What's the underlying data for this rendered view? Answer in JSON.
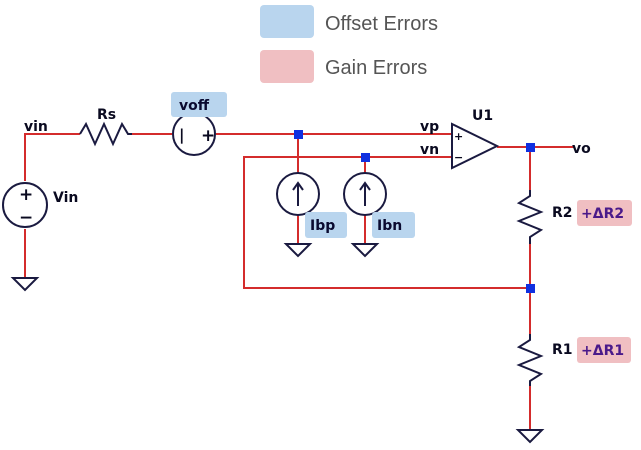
{
  "legend": {
    "offset": {
      "label": "Offset Errors",
      "color": "#b9d5ee"
    },
    "gain": {
      "label": "Gain Errors",
      "color": "#f0bfc2"
    }
  },
  "colors": {
    "wire": "#d42c2c",
    "symbol": "#1a1a40",
    "node": "#1030e0",
    "offset_tag": "#b9d5ee",
    "gain_tag": "#f0bfc2",
    "gain_text": "#4a1a8a"
  },
  "nets": {
    "vin": "vin",
    "vp": "vp",
    "vn": "vn",
    "vo": "vo"
  },
  "components": {
    "source": "Vin",
    "rs": "Rs",
    "opamp": "U1",
    "r2": "R2",
    "r1": "R1"
  },
  "error_tags": {
    "voff": "voff",
    "ibp": "Ibp",
    "ibn": "Ibn",
    "dr2": "+ΔR2",
    "dr1": "+ΔR1"
  },
  "glyphs": {
    "plus": "+",
    "minus": "−",
    "bar": "|"
  }
}
